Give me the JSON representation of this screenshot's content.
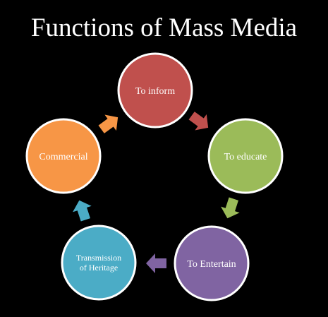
{
  "title": "Functions of Mass Media",
  "diagram": {
    "type": "cycle",
    "nodes": [
      {
        "id": "inform",
        "label_lines": [
          "To inform"
        ],
        "color": "#c0504d"
      },
      {
        "id": "educate",
        "label_lines": [
          "To educate"
        ],
        "color": "#9bbb59"
      },
      {
        "id": "entertain",
        "label_lines": [
          "To Entertain"
        ],
        "color": "#8064a2"
      },
      {
        "id": "heritage",
        "label_lines": [
          "Transmission",
          "of Heritage"
        ],
        "color": "#4bacc6"
      },
      {
        "id": "commercial",
        "label_lines": [
          "Commercial"
        ],
        "color": "#f79646"
      }
    ],
    "connectors": [
      {
        "from": "inform",
        "to": "educate",
        "color": "#c0504d"
      },
      {
        "from": "educate",
        "to": "entertain",
        "color": "#9bbb59"
      },
      {
        "from": "entertain",
        "to": "heritage",
        "color": "#8064a2"
      },
      {
        "from": "heritage",
        "to": "commercial",
        "color": "#4bacc6"
      },
      {
        "from": "commercial",
        "to": "inform",
        "color": "#f79646"
      }
    ]
  }
}
